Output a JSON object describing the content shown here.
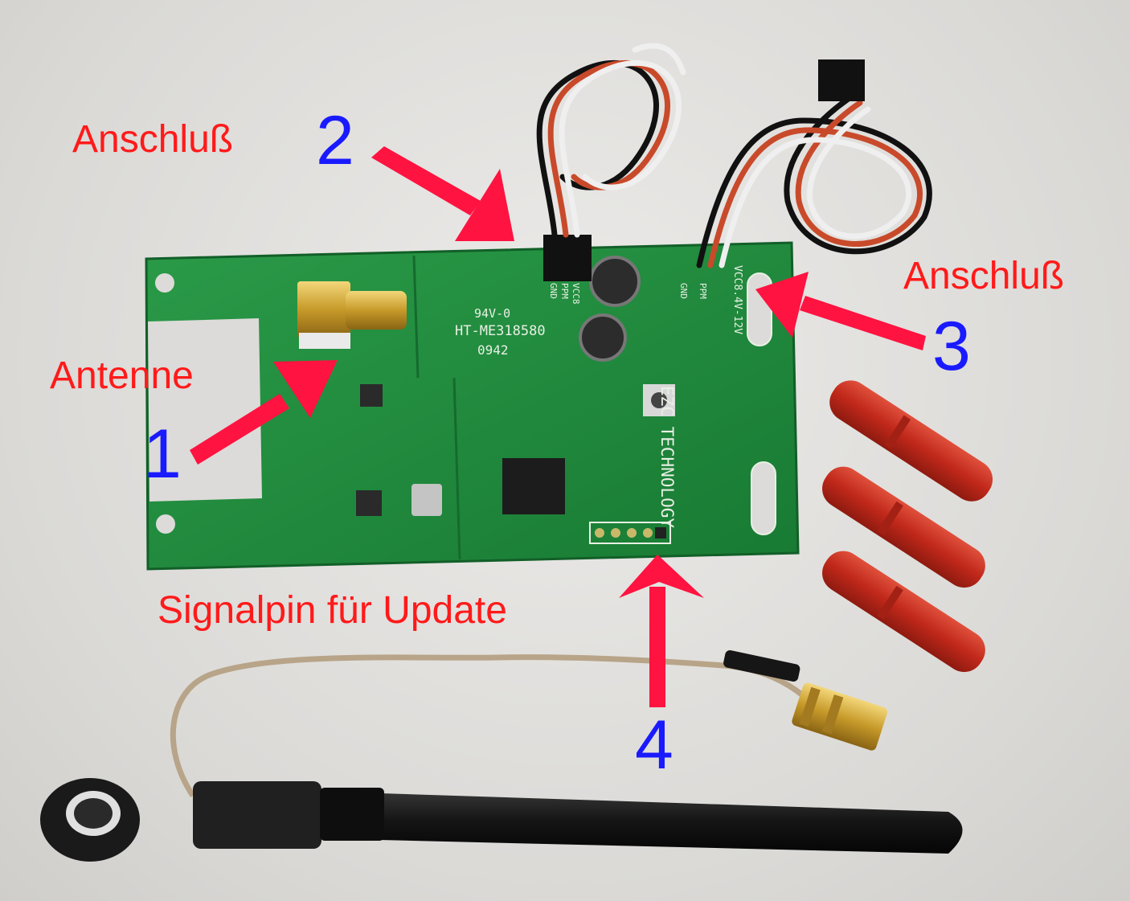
{
  "labels": {
    "connector_2_word": "Anschluß",
    "connector_2_num": "2",
    "connector_3_word": "Anschluß",
    "connector_3_num": "3",
    "antenna_word": "Antenne",
    "antenna_num": "1",
    "signal_pin_text": "Signalpin für Update",
    "signal_pin_num": "4"
  },
  "board": {
    "rating": "94V-0",
    "part_no": "HT-ME318580",
    "code": "0942",
    "brand": "EZC TECHNOLOGY",
    "power_spec": "VCC8.4V-12V",
    "pins_left": [
      "GND",
      "PPM",
      "VCC8"
    ],
    "pins_right": [
      "GND",
      "PPM"
    ]
  },
  "colors": {
    "label_red": "#ff1a1a",
    "label_blue": "#1a1aff",
    "arrow": "#ff1340",
    "pcb": "#1f8a3c",
    "connector_sleeve": "#c8281c"
  }
}
